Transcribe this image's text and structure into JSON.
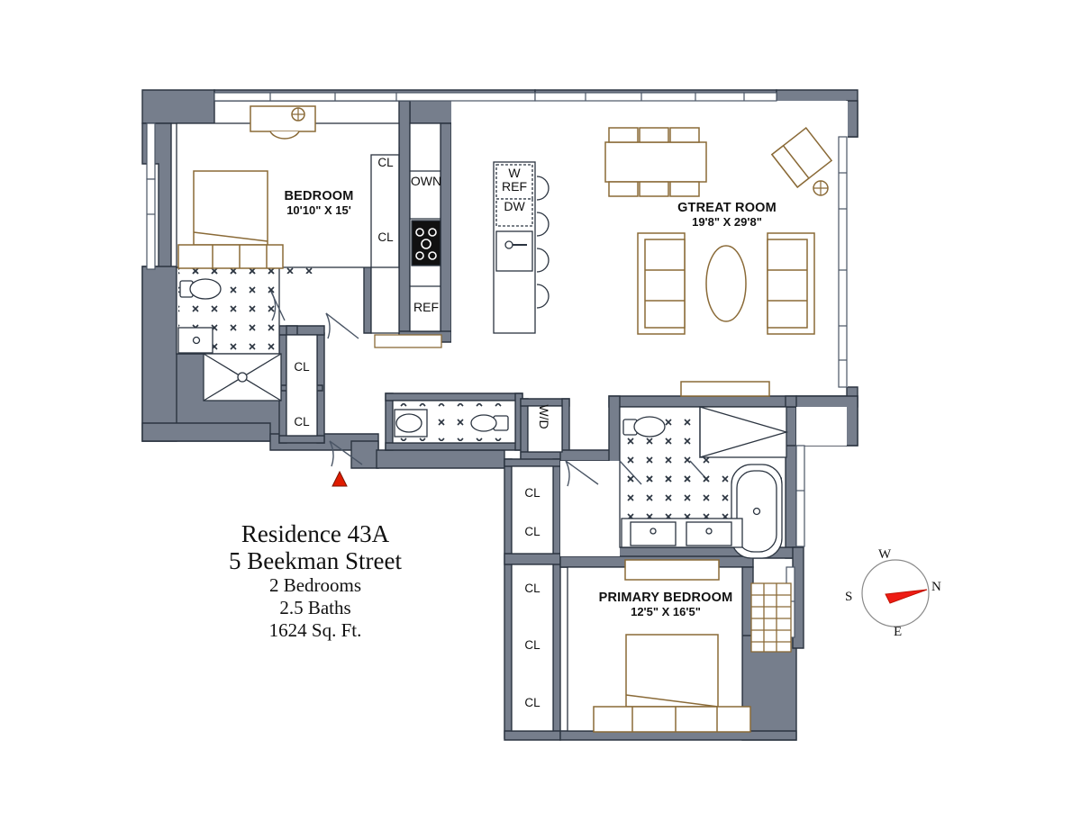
{
  "document": {
    "type": "floor-plan",
    "title_lines": {
      "residence": "Residence 43A",
      "address": "5 Beekman Street",
      "bedrooms": "2 Bedrooms",
      "baths": "2.5 Baths",
      "area": "1624 Sq. Ft."
    }
  },
  "rooms": [
    {
      "id": "bedroom",
      "label": "BEDROOM",
      "dimensions": "10'10\" X 15'"
    },
    {
      "id": "great-room",
      "label": "GTREAT ROOM",
      "dimensions": "19'8\" X 29'8\""
    },
    {
      "id": "primary-bedroom",
      "label": "PRIMARY BEDROOM",
      "dimensions": "12'5\" X 16'5\""
    }
  ],
  "appliances": [
    {
      "id": "oven",
      "label": "OWN"
    },
    {
      "id": "range",
      "label": ""
    },
    {
      "id": "refrigerator",
      "label": "REF"
    },
    {
      "id": "wine-refrigerator",
      "label": "W\nREF"
    },
    {
      "id": "dishwasher",
      "label": "DW"
    },
    {
      "id": "washer-dryer",
      "label": "W/D"
    }
  ],
  "closets": [
    {
      "id": "cl-1",
      "label": "CL"
    },
    {
      "id": "cl-2",
      "label": "CL"
    },
    {
      "id": "cl-3",
      "label": "CL"
    },
    {
      "id": "cl-4",
      "label": "CL"
    },
    {
      "id": "cl-5",
      "label": "CL"
    },
    {
      "id": "cl-6",
      "label": "CL"
    },
    {
      "id": "cl-7",
      "label": "CL"
    },
    {
      "id": "cl-8",
      "label": "CL"
    },
    {
      "id": "cl-9",
      "label": "CL"
    }
  ],
  "compass": {
    "north": "N",
    "south": "S",
    "east": "E",
    "west": "W",
    "needle_color": "#ee1c14",
    "needle_points_to": "N"
  },
  "markers": {
    "entry_marker_color": "#e01b00"
  },
  "colors": {
    "wall_fill": "#767e8c",
    "wall_stroke": "#2b3440",
    "furniture_stroke": "#8a6a37",
    "fixture_stroke": "#4a5565",
    "background": "#ffffff",
    "text": "#111111"
  }
}
